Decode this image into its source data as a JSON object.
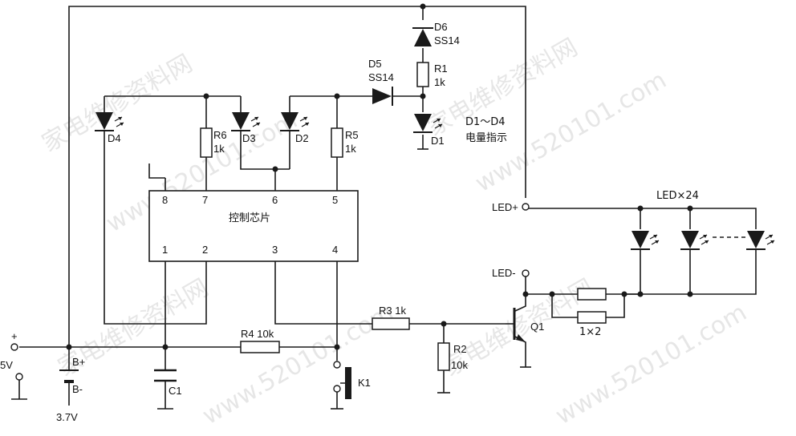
{
  "watermarks": [
    "家电维修资料网",
    "www.520101.com"
  ],
  "chip": {
    "label": "控制芯片",
    "pins_top": [
      "8",
      "7",
      "6",
      "5"
    ],
    "pins_bottom": [
      "1",
      "2",
      "3",
      "4"
    ]
  },
  "components": {
    "d1": "D1",
    "d2": "D2",
    "d3": "D3",
    "d4": "D4",
    "d5": "D5",
    "d5_part": "SS14",
    "d6": "D6",
    "d6_part": "SS14",
    "r1": "R1",
    "r1_val": "1k",
    "r2": "R2",
    "r2_val": "10k",
    "r3": "R3 1k",
    "r4": "R4 10k",
    "r5": "R5",
    "r5_val": "1k",
    "r6": "R6",
    "r6_val": "1k",
    "c1": "C1",
    "k1": "K1",
    "q1": "Q1",
    "led_group": "LED×24",
    "resistor_pair": "1×2"
  },
  "notes": {
    "indicator_range": "D1～D4",
    "indicator_desc": "电量指示"
  },
  "terminals": {
    "led_plus": "LED+",
    "led_minus": "LED-",
    "input_plus": "+",
    "input_voltage": "5V",
    "battery_plus": "B+",
    "battery_minus": "B-",
    "battery_voltage": "3.7V"
  }
}
